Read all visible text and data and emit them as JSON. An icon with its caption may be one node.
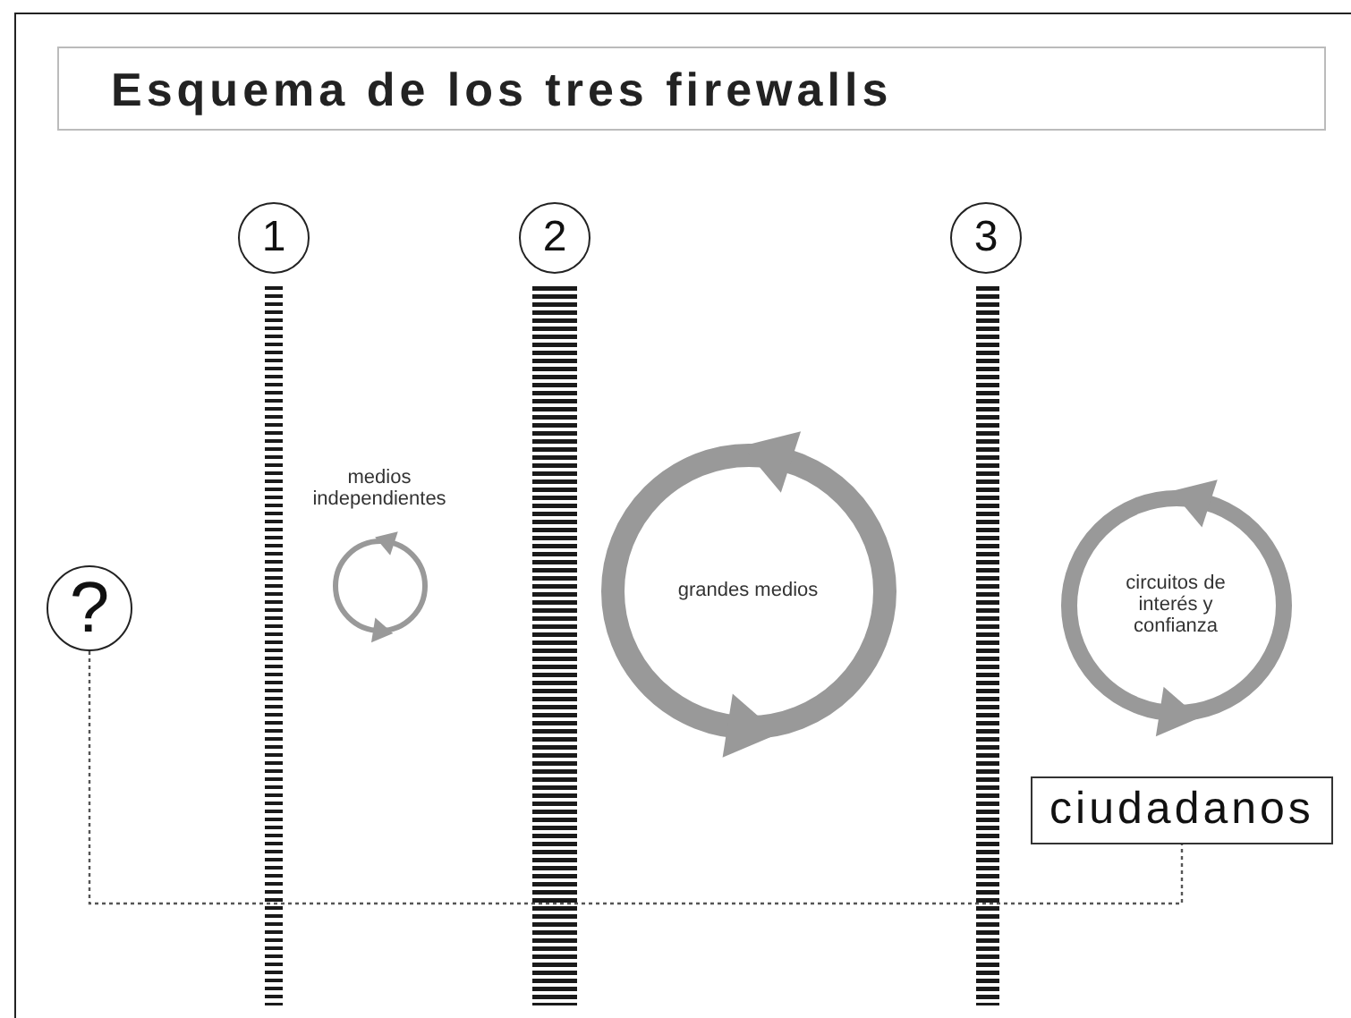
{
  "diagram": {
    "title": "Esquema de los tres firewalls",
    "nodes": [
      {
        "text": [
          "1"
        ]
      },
      {
        "text": [
          "2"
        ]
      },
      {
        "text": [
          "3"
        ]
      },
      {
        "text": [
          "?"
        ]
      },
      {
        "text": [],
        "shape": "circle",
        "beside": [
          "medios independientes"
        ]
      },
      {
        "text": [
          "grandes medios"
        ]
      },
      {
        "text": [
          "circuitos de interés y confianza"
        ]
      },
      {
        "text": [
          "ciudadanos"
        ]
      }
    ],
    "edges": [
      {
        "from": 3,
        "to": 7,
        "arrow": "none",
        "style": "dashed"
      }
    ]
  }
}
